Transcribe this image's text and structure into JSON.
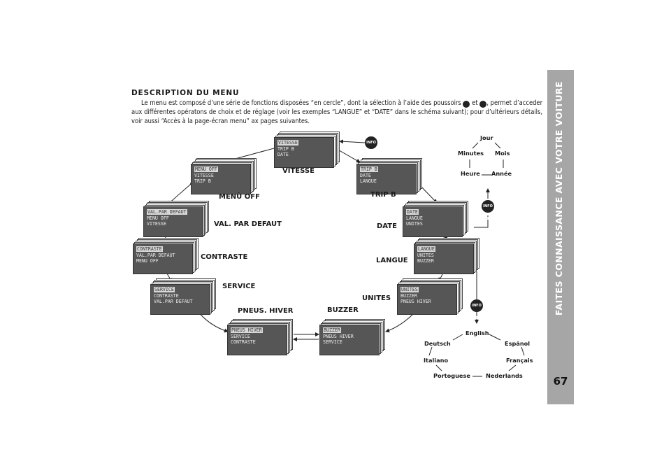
{
  "sidebar_text": "FAITES CONNAISSANCE AVEC VOTRE VOITURE",
  "page_number": "67",
  "title": "DESCRIPTION DU MENU",
  "intro": {
    "part1": "Le menu est composé d’une série de fonctions disposées “en cercle”, dont la sélection à l’aide des poussoirs",
    "plus": "+",
    "and": "et",
    "minus": "–",
    "part2": ", permet d’acceder aux différentes opératons de choix et de réglage (voir les exemples “LANGUE” et “DATE” dans le schéma suivant); pour d’ultérieurs détails, voir aussi “Accès à la page-écran menu” ax pages suivantes."
  },
  "info_button": "INFO 1",
  "screens": [
    {
      "id": "vitesse",
      "lines": [
        "VITESSE",
        "TRIP B",
        "DATE"
      ],
      "label": "VITESSE"
    },
    {
      "id": "tripb",
      "lines": [
        "TRIP B",
        "DATE",
        "LANGUE"
      ],
      "label": "TRIP B"
    },
    {
      "id": "date",
      "lines": [
        "DATE",
        "LANGUE",
        "UNITES"
      ],
      "label": "DATE"
    },
    {
      "id": "langue",
      "lines": [
        "LANGUE",
        "UNITES",
        "BUZZER"
      ],
      "label": "LANGUE"
    },
    {
      "id": "unites",
      "lines": [
        "UNITES",
        "BUZZER",
        "PNEUS HIVER"
      ],
      "label": "UNITES"
    },
    {
      "id": "buzzer",
      "lines": [
        "BUZZER",
        "PNEUS HIVER",
        "SERVICE"
      ],
      "label": "BUZZER"
    },
    {
      "id": "pneus",
      "lines": [
        "PNEUS HIVER",
        "SERVICE",
        "CONTRASTE"
      ],
      "label": "PNEUS. HIVER"
    },
    {
      "id": "service",
      "lines": [
        "SERVICE",
        "CONTRASTE",
        "VAL.PAR DEFAUT"
      ],
      "label": "SERVICE"
    },
    {
      "id": "contraste",
      "lines": [
        "CONTRASTE",
        "VAL.PAR DEFAUT",
        "MENU OFF"
      ],
      "label": "CONTRASTE"
    },
    {
      "id": "valpar",
      "lines": [
        "VAL.PAR DEFAUT",
        "MENU OFF",
        "VITESSE"
      ],
      "label": "VAL. PAR DEFAUT"
    },
    {
      "id": "menuoff",
      "lines": [
        "MENU OFF",
        "VITESSE",
        "TRIP B"
      ],
      "label": "MENÙ OFF"
    }
  ],
  "date_cycle": [
    "Jour",
    "Mois",
    "Année",
    "Heure",
    "Minutes"
  ],
  "language_cycle": [
    "English",
    "Espãnol",
    "Français",
    "Nederlands",
    "Portoguese",
    "Italiano",
    "Deutsch"
  ]
}
